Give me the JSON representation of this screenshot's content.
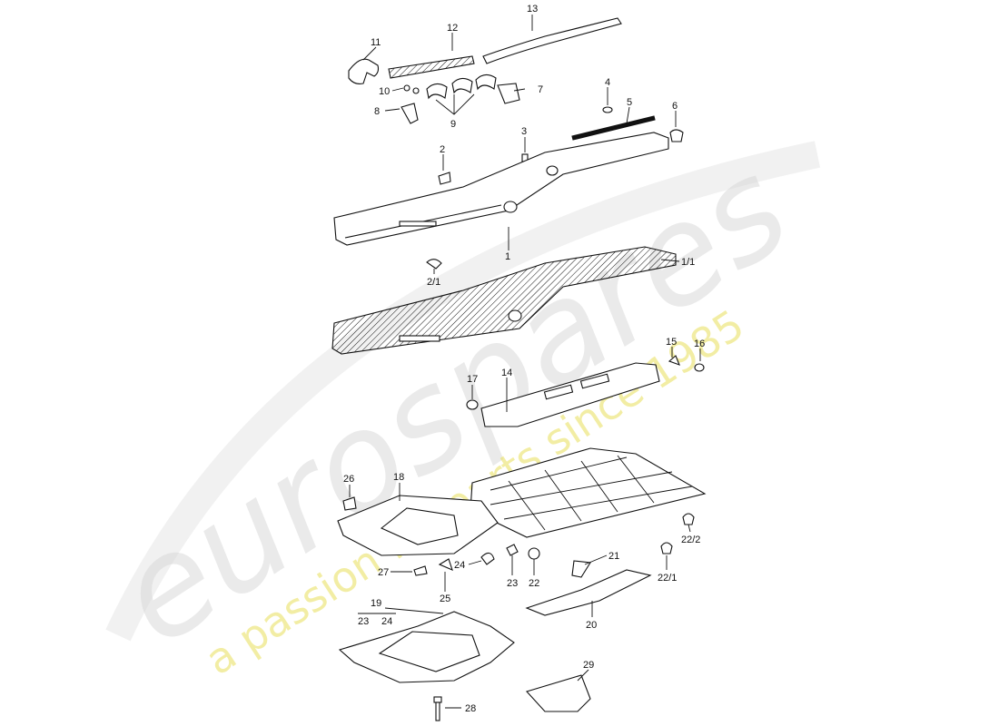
{
  "watermark": {
    "brand": "eurospares",
    "tagline": "a passion for parts since 1985",
    "brand_color": "#d9d9d9",
    "tagline_color": "#e9e05a"
  },
  "callouts": {
    "c1": "1",
    "c1_1": "1/1",
    "c2": "2",
    "c2_1": "2/1",
    "c3": "3",
    "c4": "4",
    "c5": "5",
    "c6": "6",
    "c7": "7",
    "c8": "8",
    "c9": "9",
    "c10": "10",
    "c11": "11",
    "c12": "12",
    "c13": "13",
    "c14": "14",
    "c15": "15",
    "c16": "16",
    "c17": "17",
    "c18": "18",
    "c19": "19",
    "c19a": "23",
    "c19b": "24",
    "c20": "20",
    "c21": "21",
    "c22": "22",
    "c22_1": "22/1",
    "c22_2": "22/2",
    "c23": "23",
    "c24": "24",
    "c25": "25",
    "c26": "26",
    "c27": "27",
    "c28": "28",
    "c29": "29"
  }
}
